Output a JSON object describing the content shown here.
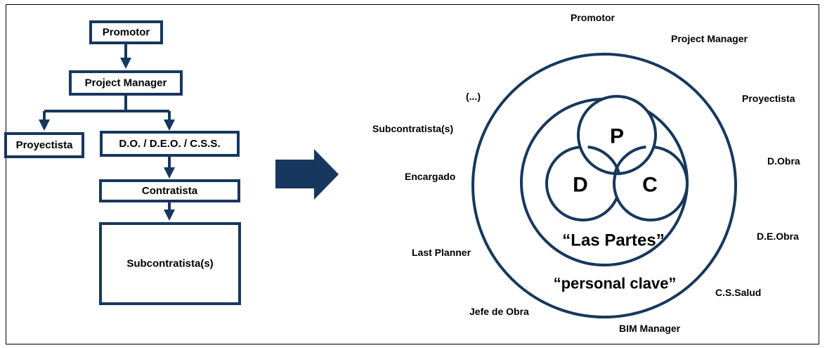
{
  "colors": {
    "box_border": "#17375e",
    "arrow": "#17375e",
    "big_arrow": "#17375e",
    "circle_stroke": "#17375e",
    "text": "#000000"
  },
  "hierarchy": {
    "promotor": "Promotor",
    "project_manager": "Project Manager",
    "proyectista": "Proyectista",
    "direccion": "D.O. / D.E.O. / C.S.S.",
    "contratista": "Contratista",
    "subcontratistas": "Subcontratista(s)"
  },
  "venn": {
    "p": "P",
    "d": "D",
    "c": "C",
    "las_partes": "“Las Partes”",
    "personal_clave": "“personal clave”"
  },
  "outer_labels": {
    "promotor": "Promotor",
    "project_manager": "Project Manager",
    "proyectista": "Proyectista",
    "d_obra": "D.Obra",
    "de_obra": "D.E.Obra",
    "cs_salud": "C.S.Salud",
    "bim_manager": "BIM Manager",
    "jefe_de_obra": "Jefe de Obra",
    "last_planner": "Last Planner",
    "encargado": "Encargado",
    "subcontratistas": "Subcontratista(s)",
    "ellipsis": "(...)"
  }
}
